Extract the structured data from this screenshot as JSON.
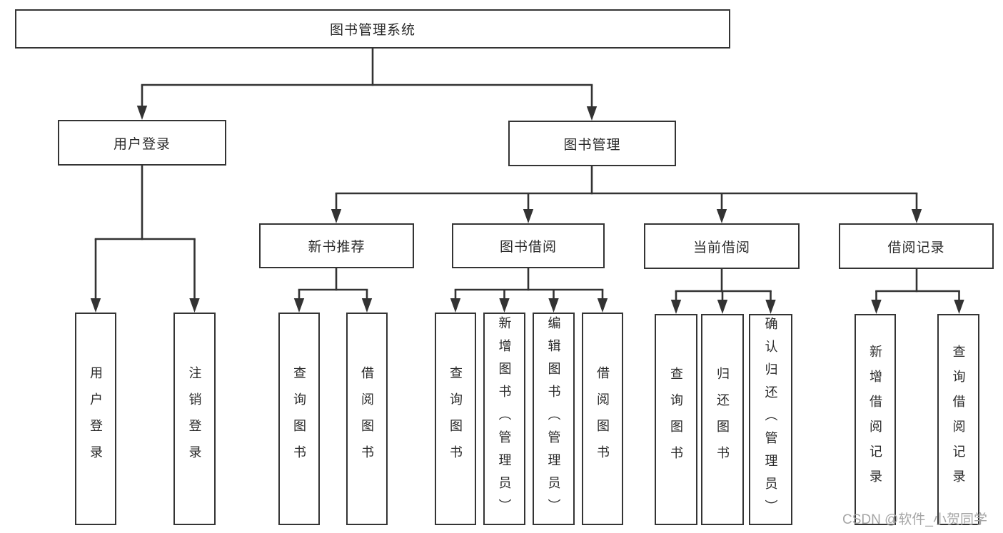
{
  "tree": {
    "label": "图书管理系统",
    "children": [
      {
        "label": "用户登录",
        "children": [
          {
            "label": "用户登录"
          },
          {
            "label": "注销登录"
          }
        ]
      },
      {
        "label": "图书管理",
        "children": [
          {
            "label": "新书推荐",
            "children": [
              {
                "label": "查询图书"
              },
              {
                "label": "借阅图书"
              }
            ]
          },
          {
            "label": "图书借阅",
            "children": [
              {
                "label": "查询图书"
              },
              {
                "label": "新增图书（管理员）"
              },
              {
                "label": "编辑图书（管理员）"
              },
              {
                "label": "借阅图书"
              }
            ]
          },
          {
            "label": "当前借阅",
            "children": [
              {
                "label": "查询图书"
              },
              {
                "label": "归还图书"
              },
              {
                "label": "确认归还（管理员）"
              }
            ]
          },
          {
            "label": "借阅记录",
            "children": [
              {
                "label": "新增借阅记录"
              },
              {
                "label": "查询借阅记录"
              }
            ]
          }
        ]
      }
    ]
  },
  "watermark": "CSDN @软件_小贺同学",
  "colors": {
    "background": "#ffffff",
    "line": "#333333",
    "box_border": "#343434",
    "text": "#2a2a2a",
    "watermark": "#a5a5a5"
  }
}
